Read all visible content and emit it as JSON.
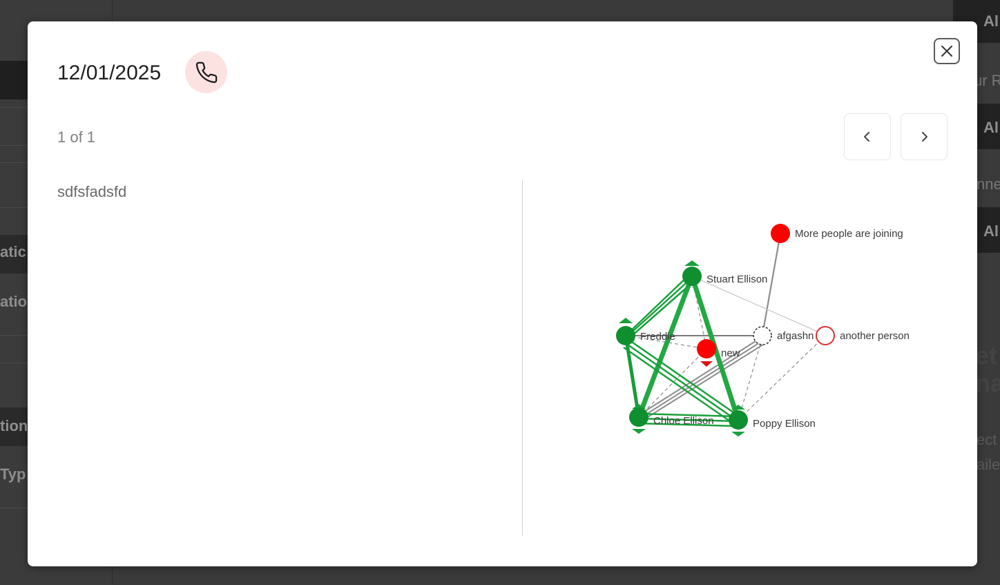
{
  "modal": {
    "date": "12/01/2025",
    "pager": "1 of 1",
    "note": "sdfsfadsfd",
    "icons": {
      "call": "phone-icon",
      "close": "close-icon",
      "prev": "chevron-left-icon",
      "next": "chevron-right-icon"
    }
  },
  "graph": {
    "nodes": {
      "more_people": "More people are joining",
      "stuart": "Stuart Ellison",
      "freddie": "Freddie",
      "new_node": "new",
      "afgashn": "afgashn",
      "another": "another person",
      "chloe": "Chloe Ellison",
      "poppy": "Poppy Ellison"
    },
    "colors": {
      "green": "#0f8f2f",
      "red": "#ff0000",
      "edge_gray": "#8c8c8c"
    }
  },
  "background": {
    "left_labels": [
      "atic",
      "atio",
      "tion",
      "Typ"
    ],
    "right_labels": [
      "Al",
      "ur R",
      "Al",
      "nne",
      "Al",
      "et",
      "na",
      "ect",
      "aile"
    ]
  }
}
